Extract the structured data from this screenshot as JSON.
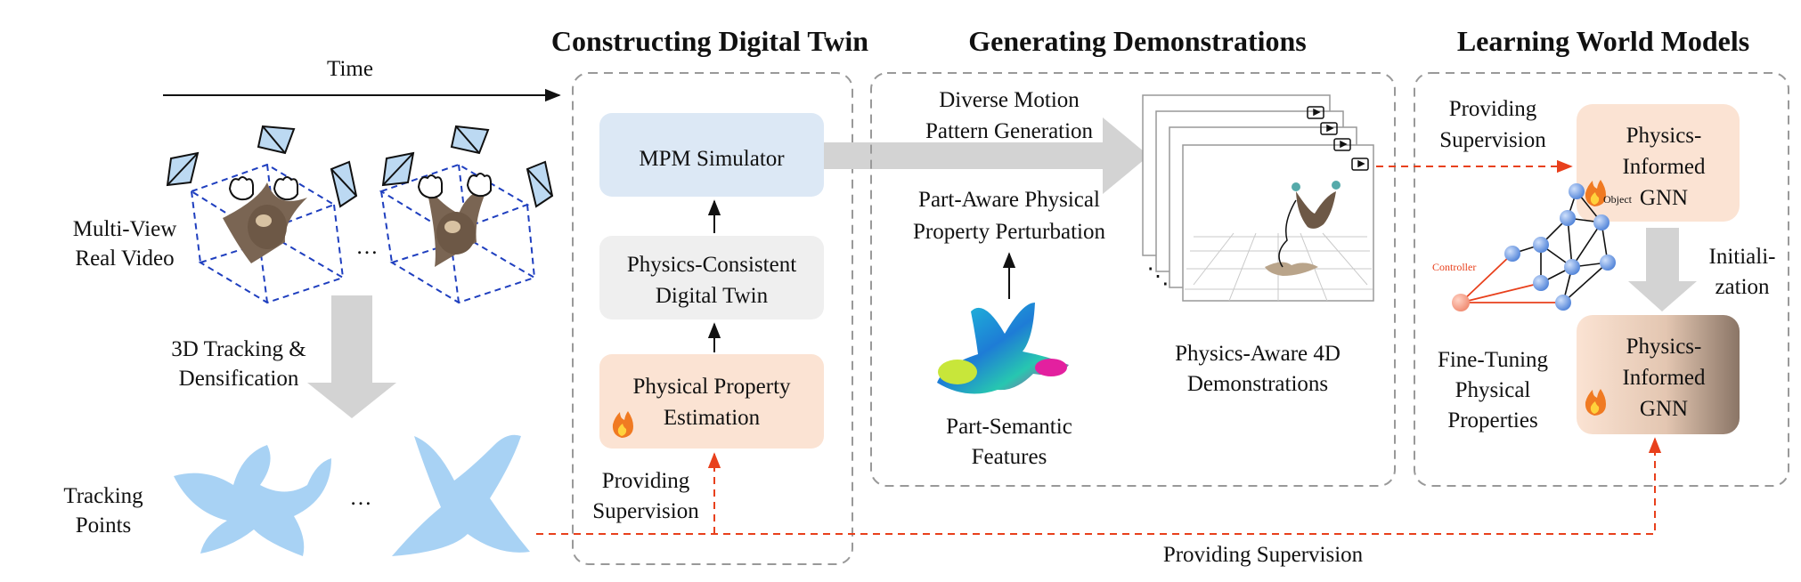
{
  "titles": {
    "digital_twin": "Constructing Digital Twin",
    "demonstrations": "Generating Demonstrations",
    "world_models": "Learning World Models"
  },
  "left": {
    "time": "Time",
    "multiview_1": "Multi-View",
    "multiview_2": "Real Video",
    "ellipsis_top": "…",
    "tracking_step_1": "3D Tracking &",
    "tracking_step_2": "Densification",
    "tracking_points_1": "Tracking",
    "tracking_points_2": "Points",
    "ellipsis_bottom": "…"
  },
  "digital_twin": {
    "mpm": "MPM  Simulator",
    "twin_1": "Physics-Consistent",
    "twin_2": "Digital Twin",
    "estimation_1": "Physical Property",
    "estimation_2": "Estimation",
    "supervision_1": "Providing",
    "supervision_2": "Supervision"
  },
  "demonstrations": {
    "diverse_1": "Diverse Motion",
    "diverse_2": "Pattern Generation",
    "part_aware_1": "Part-Aware Physical",
    "part_aware_2": "Property Perturbation",
    "part_semantic_1": "Part-Semantic",
    "part_semantic_2": "Features",
    "demos_1": "Physics-Aware 4D",
    "demos_2": "Demonstrations",
    "ellipsis": "⋱"
  },
  "world_models": {
    "supervision_1": "Providing",
    "supervision_2": "Supervision",
    "gnn_top_1": "Physics-",
    "gnn_top_2": "Informed",
    "gnn_top_3": "GNN",
    "init_1": "Initiali-",
    "init_2": "zation",
    "graph_controller": "Controller",
    "graph_object": "Object",
    "finetune_1": "Fine-Tuning",
    "finetune_2": "Physical",
    "finetune_3": "Properties",
    "gnn_bot_1": "Physics-",
    "gnn_bot_2": "Informed",
    "gnn_bot_3": "GNN"
  },
  "bottom_supervision": "Providing Supervision",
  "colors": {
    "mpm_fill": "#dce8f5",
    "twin_fill": "#efefef",
    "orange_fill": "#fbe3d3",
    "red_dashed": "#e8401c",
    "gray_arrow": "#d3d3d3",
    "cloud_blue": "#9fcdf3",
    "camera_blue": "#bcd9f2",
    "bbox_blue": "#1f3fbf",
    "graph_node": "#6e9ee6"
  },
  "icons": [
    "flame-icon",
    "camera-icon",
    "video-icon"
  ]
}
